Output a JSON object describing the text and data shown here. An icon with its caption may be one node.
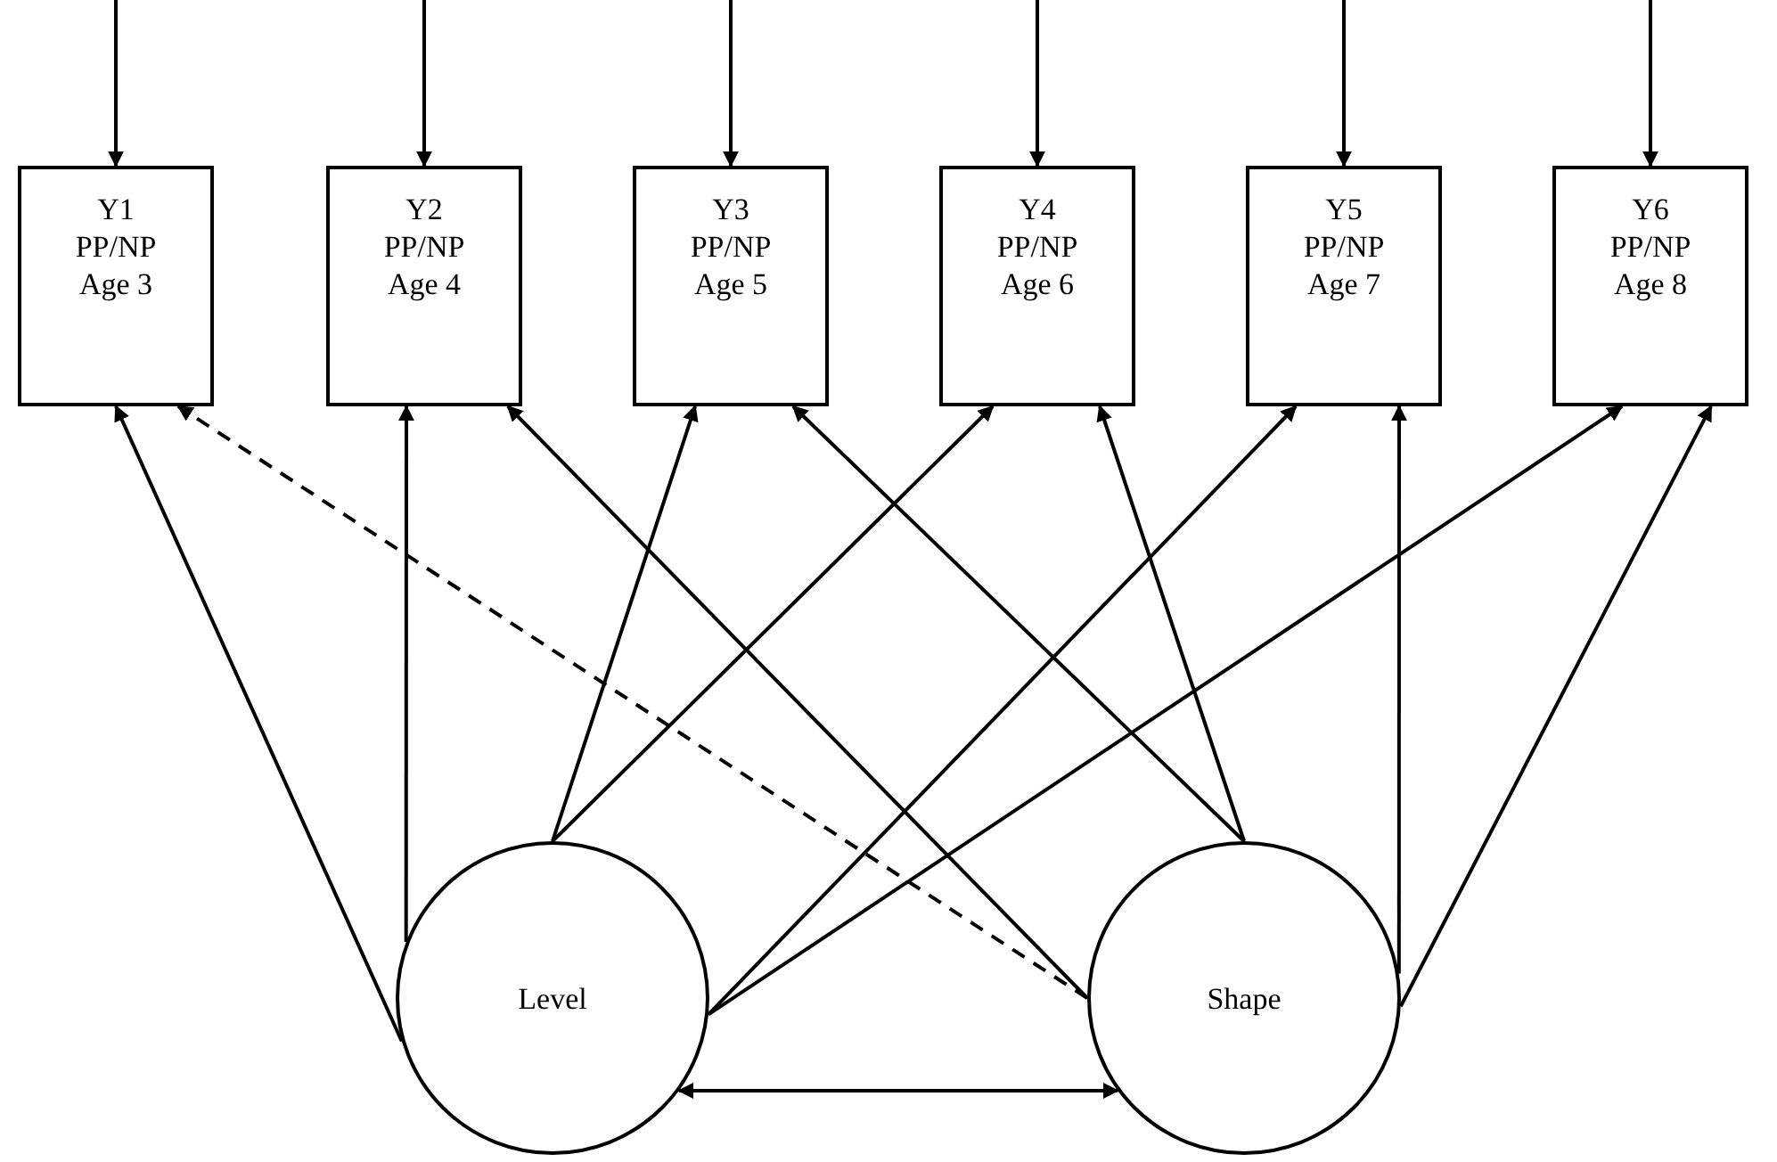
{
  "diagram": {
    "nodes": [
      {
        "text": [
          "Y1",
          "PP/NP",
          "Age 3"
        ]
      },
      {
        "text": [
          "Y2",
          "PP/NP",
          "Age 4"
        ]
      },
      {
        "text": [
          "Y3",
          "PP/NP",
          "Age 5"
        ]
      },
      {
        "text": [
          "Y4",
          "PP/NP",
          "Age 6"
        ]
      },
      {
        "text": [
          "Y5",
          "PP/NP",
          "Age 7"
        ]
      },
      {
        "text": [
          "Y6",
          "PP/NP",
          "Age 8"
        ]
      },
      {
        "text": [
          "Level"
        ]
      },
      {
        "text": [
          "Shape"
        ]
      }
    ],
    "edges": [
      {
        "from": null,
        "to": 0,
        "arrow": "to"
      },
      {
        "from": null,
        "to": 1,
        "arrow": "to"
      },
      {
        "from": null,
        "to": 2,
        "arrow": "to"
      },
      {
        "from": null,
        "to": 3,
        "arrow": "to"
      },
      {
        "from": null,
        "to": 4,
        "arrow": "to"
      },
      {
        "from": null,
        "to": 5,
        "arrow": "to"
      },
      {
        "from": 6,
        "to": 0,
        "arrow": "to"
      },
      {
        "from": 6,
        "to": 1,
        "arrow": "to"
      },
      {
        "from": 6,
        "to": 2,
        "arrow": "to"
      },
      {
        "from": 6,
        "to": 3,
        "arrow": "to"
      },
      {
        "from": 6,
        "to": 4,
        "arrow": "to"
      },
      {
        "from": 6,
        "to": 5,
        "arrow": "to"
      },
      {
        "from": 7,
        "to": 0,
        "arrow": "to",
        "style": "dashed"
      },
      {
        "from": 7,
        "to": 1,
        "arrow": "to"
      },
      {
        "from": 7,
        "to": 2,
        "arrow": "to"
      },
      {
        "from": 7,
        "to": 3,
        "arrow": "to"
      },
      {
        "from": 7,
        "to": 4,
        "arrow": "to"
      },
      {
        "from": 7,
        "to": 5,
        "arrow": "to"
      },
      {
        "from": 6,
        "to": 7,
        "arrow": "both"
      }
    ]
  }
}
